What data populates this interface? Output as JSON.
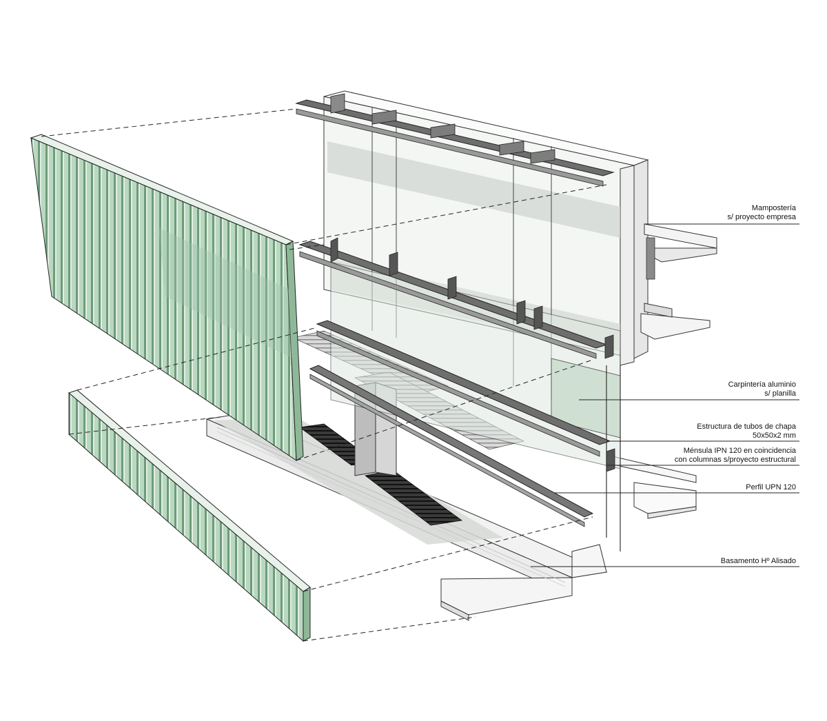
{
  "labels": {
    "mamposteria": {
      "line1": "Mampostería",
      "line2": "s/ proyecto empresa"
    },
    "carpinteria": {
      "line1": "Carpintería aluminio",
      "line2": "s/ planilla"
    },
    "estructura": {
      "line1": "Estructura de tubos de chapa",
      "line2": "50x50x2 mm"
    },
    "mensula": {
      "line1": "Ménsula IPN 120 en coincidencia",
      "line2": "con columnas s/proyecto estructural"
    },
    "perfil": {
      "line1": "Perfil UPN 120"
    },
    "basamento": {
      "line1": "Basamento Hº Alisado"
    }
  },
  "colors": {
    "glass": "#cfe3d4",
    "glass_panel": "#a9cfb2",
    "louver_dark": "#5e8c6a",
    "steel": "#6e6e6e",
    "shadow": "#d2d4d2",
    "outline": "#222222",
    "grating": "#2b2b2b"
  }
}
